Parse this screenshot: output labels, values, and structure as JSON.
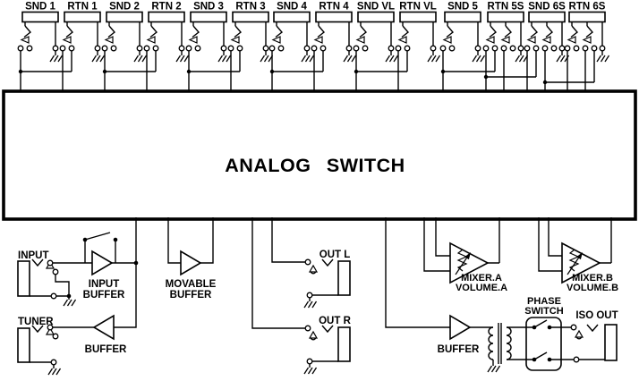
{
  "title": "ANALOG SWITCH",
  "jacks": [
    "SND 1",
    "RTN 1",
    "SND 2",
    "RTN 2",
    "SND 3",
    "RTN 3",
    "SND 4",
    "RTN 4",
    "SND VL",
    "RTN VL",
    "SND 5",
    "RTN 5S",
    "SND 6S",
    "RTN 6S"
  ],
  "bottom": {
    "input": {
      "jack": "INPUT",
      "buffer": [
        "INPUT",
        "BUFFER"
      ]
    },
    "tuner": {
      "jack": "TUNER",
      "buffer": "BUFFER"
    },
    "movable_buffer": [
      "MOVABLE",
      "BUFFER"
    ],
    "out_l": "OUT L",
    "out_r": "OUT R",
    "mixer_a": [
      "MIXER.A",
      "VOLUME.A"
    ],
    "mixer_b": [
      "MIXER.B",
      "VOLUME.B"
    ],
    "iso": {
      "buffer": "BUFFER",
      "phase_switch": [
        "PHASE",
        "SWITCH"
      ],
      "jack": "ISO OUT"
    }
  },
  "colors": {
    "line": "#000000",
    "background": "#ffffff"
  }
}
